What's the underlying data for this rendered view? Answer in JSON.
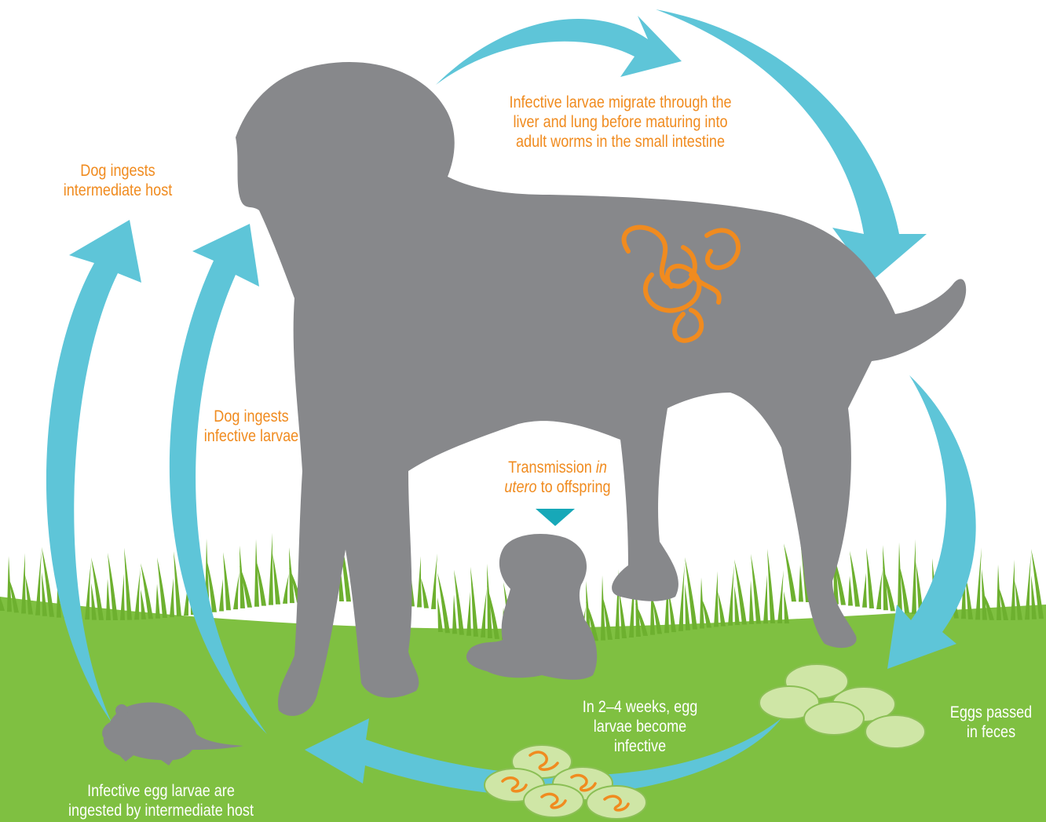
{
  "colors": {
    "dog": "#87888b",
    "grass": "#7fc041",
    "grass_dark": "#6db02f",
    "arrow": "#5ec5d8",
    "worm": "#f08b1f",
    "egg": "#cfe6a6",
    "egg_edge": "#8bbf55",
    "label_orange": "#f08b1f",
    "label_white": "#ffffff"
  },
  "icons": {
    "adult_dog": "dog-silhouette-icon",
    "puppy": "puppy-silhouette-icon",
    "mouse": "mouse-silhouette-icon",
    "worms": "roundworm-icon",
    "eggs": "egg-cluster-icon",
    "larvated_eggs": "larvated-egg-icon"
  },
  "labels": {
    "migrate": [
      "Infective larvae migrate through the",
      "liver and lung before maturing into",
      "adult worms in the small intestine"
    ],
    "ingests_host": [
      "Dog ingests",
      "intermediate host"
    ],
    "ingests_larvae": [
      "Dog ingests",
      "infective larvae"
    ],
    "in_utero": {
      "line1_before": "Transmission ",
      "line1_italic": "in",
      "line2_italic": "utero",
      "line2_after": " to offspring"
    },
    "eggs_passed": [
      "Eggs passed",
      "in feces"
    ],
    "become_infective": [
      "In 2–4 weeks, egg",
      "larvae become",
      "infective"
    ],
    "intermediate_host": [
      "Infective egg larvae are",
      "ingested by intermediate host"
    ]
  }
}
